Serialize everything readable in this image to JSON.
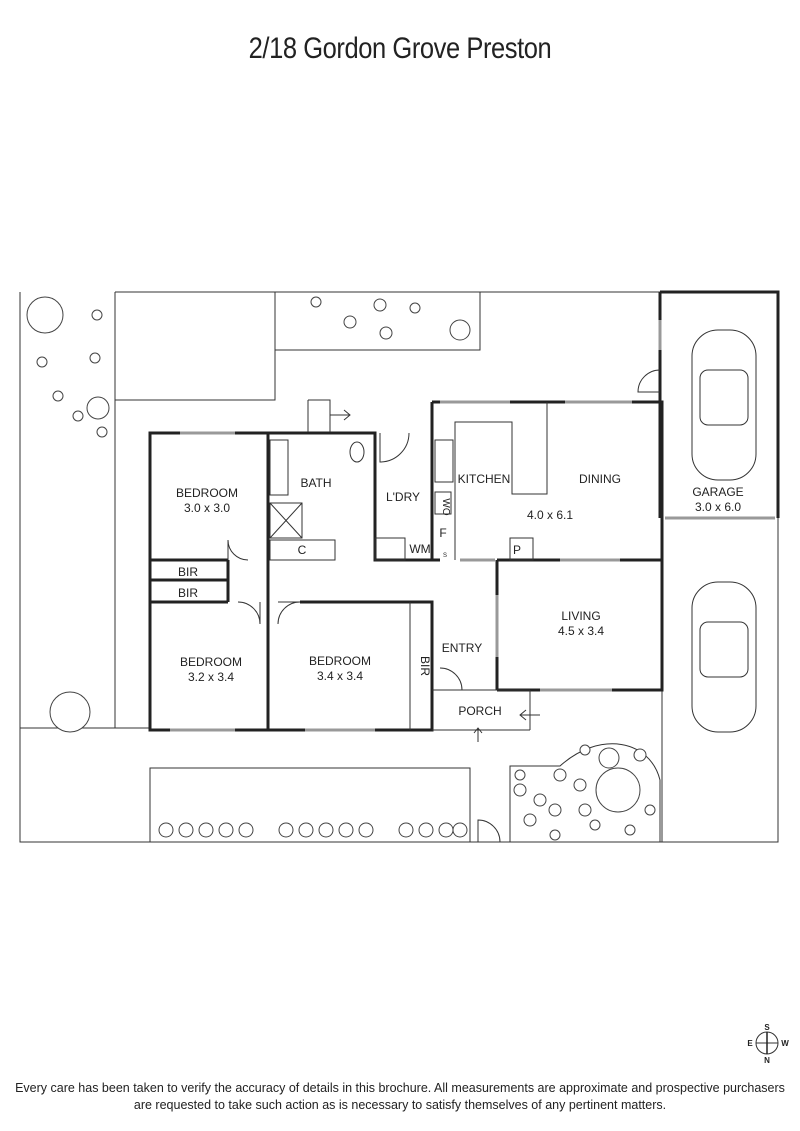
{
  "title": "2/18 Gordon Grove Preston",
  "rooms": {
    "bedroom1": {
      "name": "BEDROOM",
      "size": "3.0 x 3.0"
    },
    "bath": {
      "name": "BATH"
    },
    "laundry": {
      "name": "L'DRY"
    },
    "kitchen": {
      "name": "KITCHEN"
    },
    "dining": {
      "name": "DINING",
      "size": "4.0 x 6.1"
    },
    "garage": {
      "name": "GARAGE",
      "size": "3.0 x 6.0"
    },
    "bir1": {
      "name": "BIR"
    },
    "bir2": {
      "name": "BIR"
    },
    "bir3": {
      "name": "BIR"
    },
    "bedroom2": {
      "name": "BEDROOM",
      "size": "3.2 x 3.4"
    },
    "bedroom3": {
      "name": "BEDROOM",
      "size": "3.4 x 3.4"
    },
    "entry": {
      "name": "ENTRY"
    },
    "living": {
      "name": "LIVING",
      "size": "4.5 x 3.4"
    },
    "porch": {
      "name": "PORCH"
    }
  },
  "fixtures": {
    "cupboard": "C",
    "wm": "WM",
    "wo": "WO",
    "fridge": "F",
    "pantry": "P",
    "s": "S"
  },
  "compass": {
    "n": "N",
    "s": "S",
    "e": "E",
    "w": "W"
  },
  "footer": {
    "line1": "Every care has been taken to verify the accuracy of details in this brochure. All measurements are approximate and prospective purchasers",
    "line2": "are requested to take such action as is necessary to satisfy themselves of any pertinent matters."
  }
}
